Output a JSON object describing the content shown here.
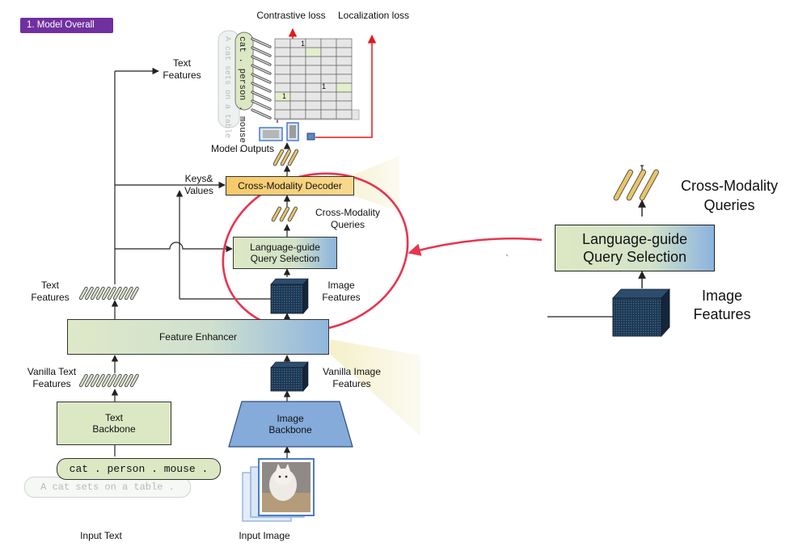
{
  "badge": "1. Model Overall",
  "losses": {
    "contrastive": "Contrastive loss",
    "localization": "Localization loss"
  },
  "labels": {
    "text_features_top": "Text\nFeatures",
    "model_outputs": "Model Outputs",
    "keys_values": "Keys&\nValues",
    "cross_modality_queries": "Cross-Modality\nQueries",
    "image_features": "Image\nFeatures",
    "text_features_left": "Text\nFeatures",
    "vanilla_text_features": "Vanilla Text\nFeatures",
    "vanilla_image_features": "Vanilla Image\nFeatures",
    "input_text": "Input Text",
    "input_image": "Input Image"
  },
  "boxes": {
    "decoder": "Cross-Modality Decoder",
    "query_selection": "Language-guide\nQuery Selection",
    "feature_enhancer": "Feature Enhancer",
    "text_backbone": "Text\nBackbone",
    "image_backbone": "Image\nBackbone"
  },
  "inputs": {
    "prompt": "cat . person . mouse .",
    "caption": "A cat sets on a table ."
  },
  "grid": {
    "rotated_prompt": "cat . person . mouse .",
    "rotated_caption": "A cat sets on a table .",
    "ones": [
      "1",
      "1",
      "1"
    ]
  },
  "zoom": {
    "title": "Cross-Modality\nQueries",
    "box": "Language-guide\nQuery Selection",
    "image_features": "Image\nFeatures"
  },
  "colors": {
    "badge": "#7030a0",
    "decoder_fill": "#f7cf74",
    "green_fill": "#dce8c4",
    "blue_fill": "#84abd9",
    "highlight_circle": "#e8344f",
    "red_arrow": "#e01a1a",
    "feature_cube": "#1a2a3a",
    "query_bar": "#e8c46a"
  }
}
